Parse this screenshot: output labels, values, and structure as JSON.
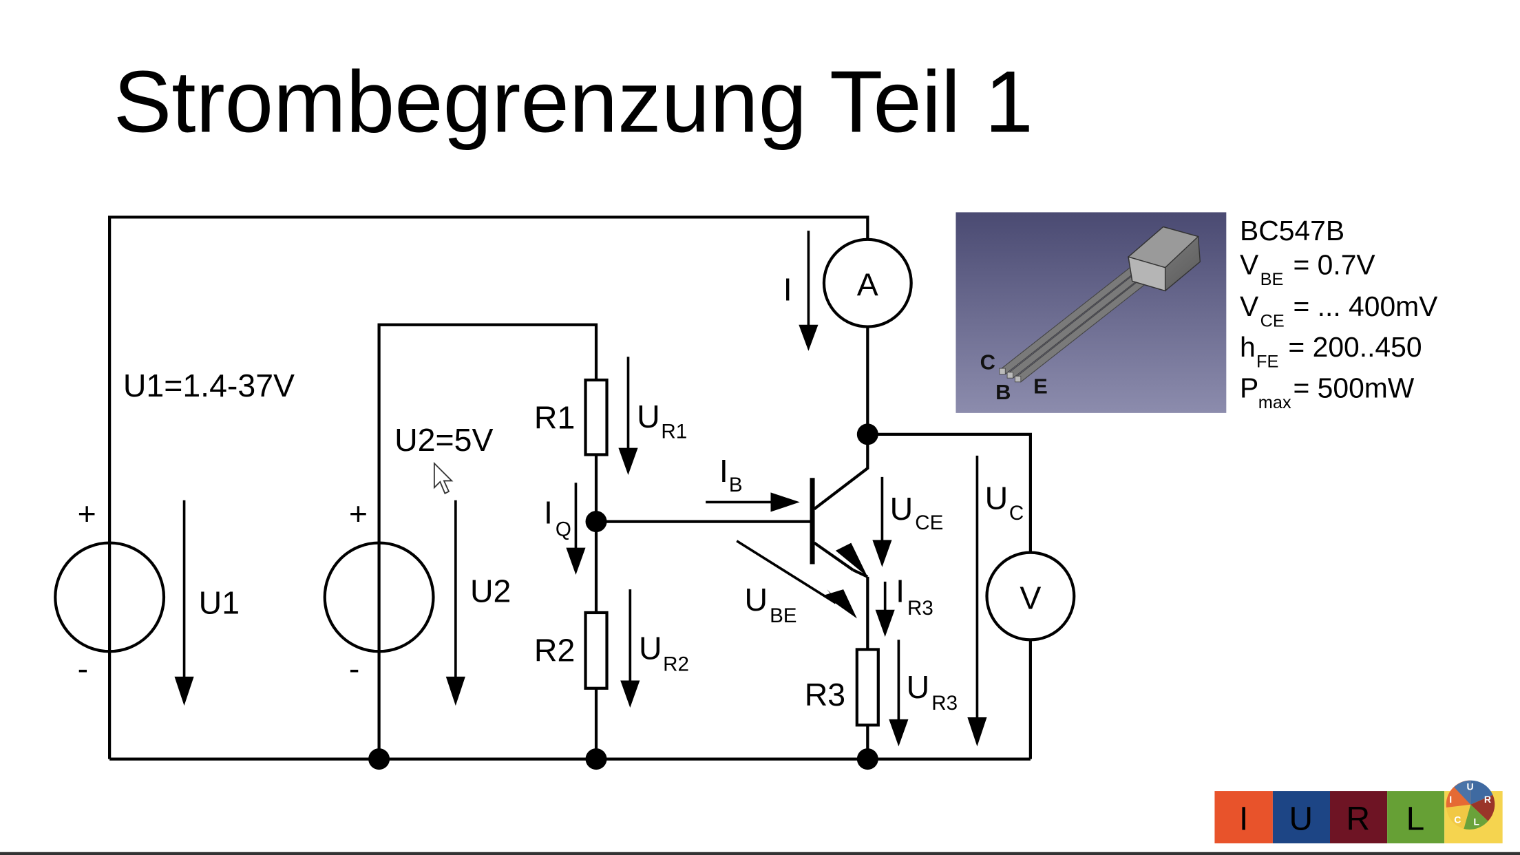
{
  "slide": {
    "title": "Strombegrenzung Teil 1"
  },
  "circuit": {
    "sources": [
      {
        "id": "U1",
        "label": "U1",
        "value_label": "U1=1.4-37V",
        "plus": "+",
        "minus": "-"
      },
      {
        "id": "U2",
        "label": "U2",
        "value_label": "U2=5V",
        "plus": "+",
        "minus": "-"
      }
    ],
    "resistors": [
      {
        "id": "R1",
        "label": "R1",
        "voltage": {
          "main": "U",
          "sub": "R1"
        }
      },
      {
        "id": "R2",
        "label": "R2",
        "voltage": {
          "main": "U",
          "sub": "R2"
        }
      },
      {
        "id": "R3",
        "label": "R3",
        "voltage": {
          "main": "U",
          "sub": "R3"
        }
      }
    ],
    "currents": {
      "I": {
        "main": "I",
        "sub": ""
      },
      "IB": {
        "main": "I",
        "sub": "B"
      },
      "IQ": {
        "main": "I",
        "sub": "Q"
      },
      "IR3": {
        "main": "I",
        "sub": "R3"
      }
    },
    "voltages": {
      "UCE": {
        "main": "U",
        "sub": "CE"
      },
      "UBE": {
        "main": "U",
        "sub": "BE"
      },
      "UC": {
        "main": "U",
        "sub": "C"
      }
    },
    "meters": {
      "ammeter": "A",
      "voltmeter": "V"
    }
  },
  "transistor": {
    "image_pins": [
      "C",
      "B",
      "E"
    ],
    "specs": {
      "name": "BC547B",
      "rows": [
        {
          "main": "V",
          "sub": "BE",
          "value": "= 0.7V"
        },
        {
          "main": "V",
          "sub": "CE",
          "value": "= ... 400mV"
        },
        {
          "main": "h",
          "sub": "FE",
          "value": "= 200..450"
        },
        {
          "main": "P",
          "sub": "max",
          "value": "= 500mW"
        }
      ]
    }
  },
  "logo": {
    "letters": [
      "I",
      "U",
      "R",
      "L"
    ],
    "colors": [
      "#e8532b",
      "#1d4585",
      "#6e1424",
      "#66a035",
      "#f5d44f"
    ],
    "wheel_letters": [
      "U",
      "R",
      "L",
      "C",
      "I"
    ]
  }
}
